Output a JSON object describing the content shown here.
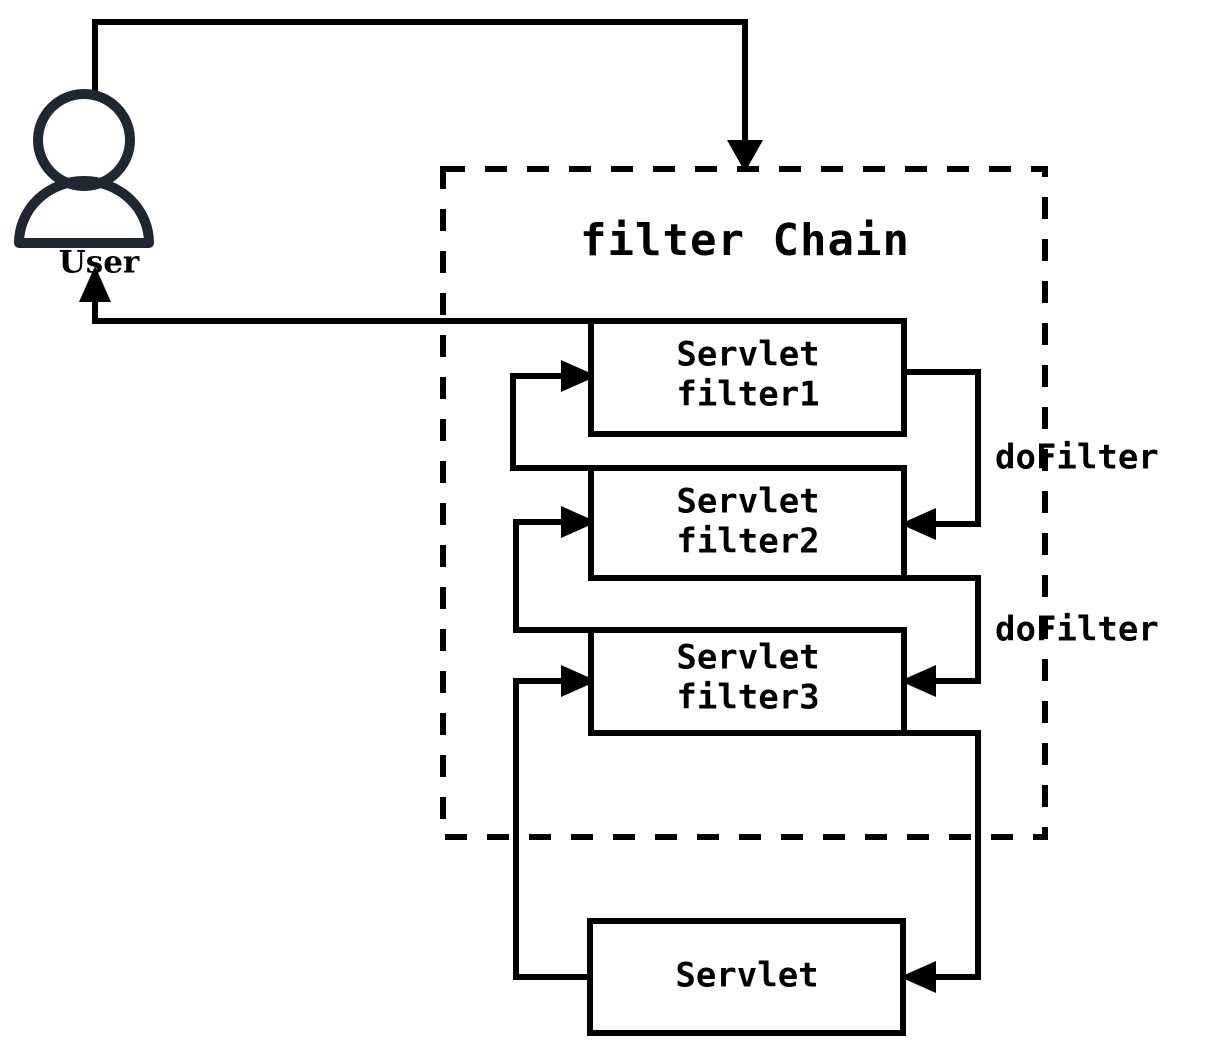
{
  "diagram": {
    "title": "filter Chain",
    "colors": {
      "stroke": "#000000",
      "actor": "#1f2733",
      "background": "#ffffff"
    },
    "actor": {
      "name": "user-actor",
      "label": "User",
      "icon": "person-icon"
    },
    "container": {
      "name": "filter-chain-container",
      "label": "filter Chain",
      "border_style": "dashed"
    },
    "nodes": [
      {
        "id": "filter1",
        "line1": "Servlet",
        "line2": "filter1"
      },
      {
        "id": "filter2",
        "line1": "Servlet",
        "line2": "filter2"
      },
      {
        "id": "filter3",
        "line1": "Servlet",
        "line2": "filter3"
      },
      {
        "id": "servlet",
        "line1": "Servlet",
        "line2": ""
      }
    ],
    "edge_labels": [
      {
        "id": "dofilter-1",
        "text": "doFilter"
      },
      {
        "id": "dofilter-2",
        "text": "doFilter"
      }
    ],
    "edges": [
      {
        "id": "request-in",
        "from": "User",
        "to": "filter Chain",
        "direction": "down"
      },
      {
        "id": "response-out",
        "from": "filter Chain",
        "to": "User",
        "direction": "left-up"
      },
      {
        "id": "filter1-to-filter2",
        "from": "Servlet filter1",
        "to": "Servlet filter2",
        "label": "doFilter"
      },
      {
        "id": "filter2-to-filter3",
        "from": "Servlet filter2",
        "to": "Servlet filter3",
        "label": "doFilter"
      },
      {
        "id": "filter3-to-servlet",
        "from": "Servlet filter3",
        "to": "Servlet"
      },
      {
        "id": "servlet-to-filter3",
        "from": "Servlet",
        "to": "Servlet filter3"
      },
      {
        "id": "filter3-to-filter2",
        "from": "Servlet filter3",
        "to": "Servlet filter2"
      },
      {
        "id": "filter2-to-filter1",
        "from": "Servlet filter2",
        "to": "Servlet filter1"
      }
    ]
  }
}
